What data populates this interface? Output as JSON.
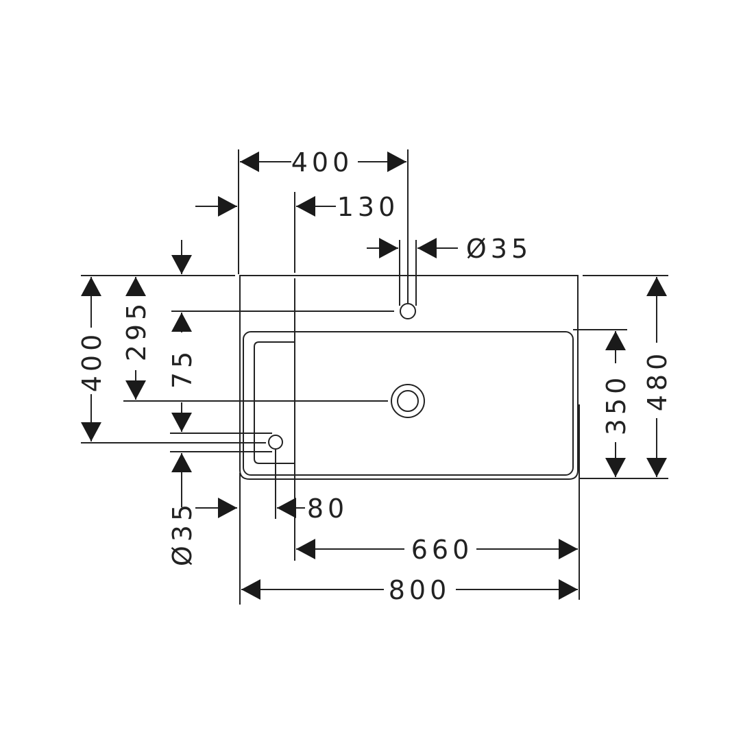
{
  "drawing": {
    "title": "Washbasin dimension drawing",
    "dimensions": {
      "top_width_to_tap": "400",
      "shelf_offset": "130",
      "tap_hole_diameter": "Ø35",
      "left_overall_to_overflow": "400",
      "depth_to_drain": "295",
      "drain_to_overflow": "75",
      "overflow_diameter": "Ø35",
      "overflow_offset": "80",
      "bowl_width": "660",
      "overall_width": "800",
      "bowl_depth": "350",
      "overall_depth": "480"
    }
  }
}
